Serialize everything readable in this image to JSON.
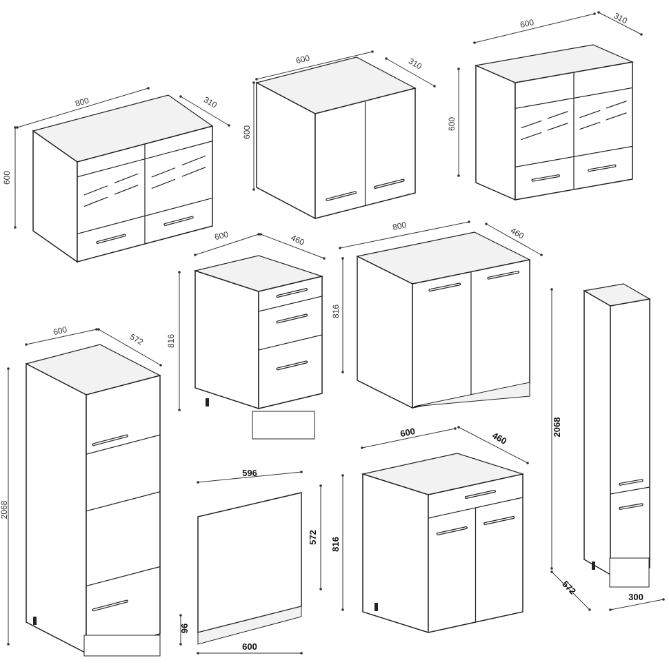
{
  "colors": {
    "line": "#222222",
    "panel": "#ffffff",
    "shade": "#f2f2f2",
    "dimension": "#333333"
  },
  "cabinets": [
    {
      "name": "glass-wall-cabinet-800",
      "dims": {
        "width": "800",
        "depth": "310",
        "height": "600"
      }
    },
    {
      "name": "wall-cabinet-600-doors",
      "dims": {
        "width": "600",
        "depth": "310",
        "height": "600"
      }
    },
    {
      "name": "glass-wall-cabinet-600",
      "dims": {
        "width": "600",
        "depth": "310",
        "height": "600"
      }
    },
    {
      "name": "drawer-base-cabinet-600",
      "dims": {
        "width": "600",
        "depth": "460",
        "height": "816"
      }
    },
    {
      "name": "sink-base-cabinet-800",
      "dims": {
        "width": "800",
        "depth": "460",
        "height": "816"
      }
    },
    {
      "name": "tall-cabinet-300",
      "dims": {
        "height": "2068",
        "depth": "572",
        "width": "300"
      }
    },
    {
      "name": "oven-tower-cabinet-600",
      "dims": {
        "width": "600",
        "depth": "572",
        "height": "2068"
      }
    },
    {
      "name": "dishwasher-front-panel",
      "dims": {
        "width_top": "596",
        "height": "572",
        "plinth": "96",
        "width_bottom": "600"
      }
    },
    {
      "name": "base-cabinet-600-drawer-doors",
      "dims": {
        "width": "600",
        "depth": "460",
        "height": "816"
      }
    }
  ]
}
